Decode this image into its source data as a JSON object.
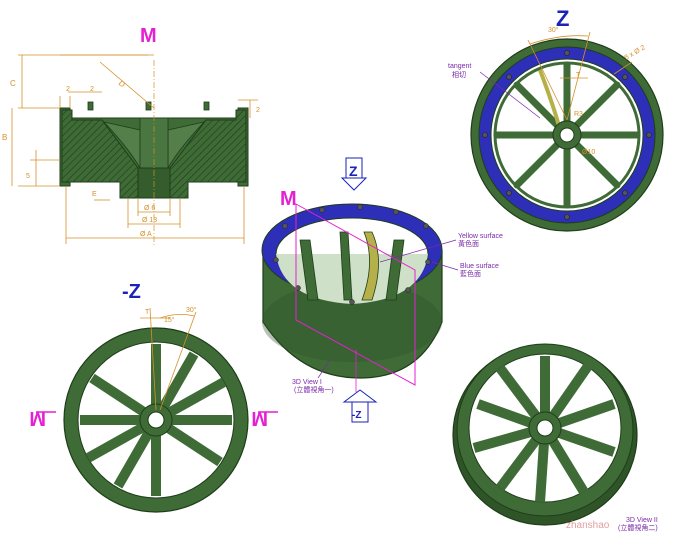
{
  "view_labels": {
    "m_top": "M",
    "z_top": "Z",
    "minus_z": "-Z",
    "m_mid": "M",
    "m_left": "M",
    "m_right": "M",
    "z_arrow_top": "Z",
    "z_arrow_bottom": "-Z"
  },
  "section_dims": {
    "c": "C",
    "b": "B",
    "d": "D",
    "five": "5",
    "two_left": "2",
    "two_right": "2",
    "two_side": "2",
    "e": "E",
    "phi6": "Ø 6",
    "phi13": "Ø 13",
    "phiA": "Ø A"
  },
  "z_view": {
    "tangent_en": "tangent",
    "tangent_zh": "相切",
    "angle": "30°",
    "holes": "8 x Ø 2",
    "t": "T",
    "r3": "R3",
    "phi10": "Ø10"
  },
  "iso_view": {
    "yellow_en": "Yellow surface",
    "yellow_zh": "黃色面",
    "blue_en": "Blue surface",
    "blue_zh": "藍色面",
    "view1_en": "3D View I",
    "view1_zh": "(立體視角一)"
  },
  "minus_z_view": {
    "t": "T",
    "angle15": "15°",
    "angle30": "30°"
  },
  "view2": {
    "en": "3D View II",
    "zh": "(立體視角二)",
    "watermark": "zhanshao"
  },
  "colors": {
    "green": "#3e6b36",
    "dark_green": "#1f3d1a",
    "blue": "#2e2fb8",
    "yellow": "#b5b04a",
    "magenta": "#e61fd2",
    "navy": "#1a22b8",
    "dim": "#d4902a",
    "purple": "#7a2aa8"
  }
}
